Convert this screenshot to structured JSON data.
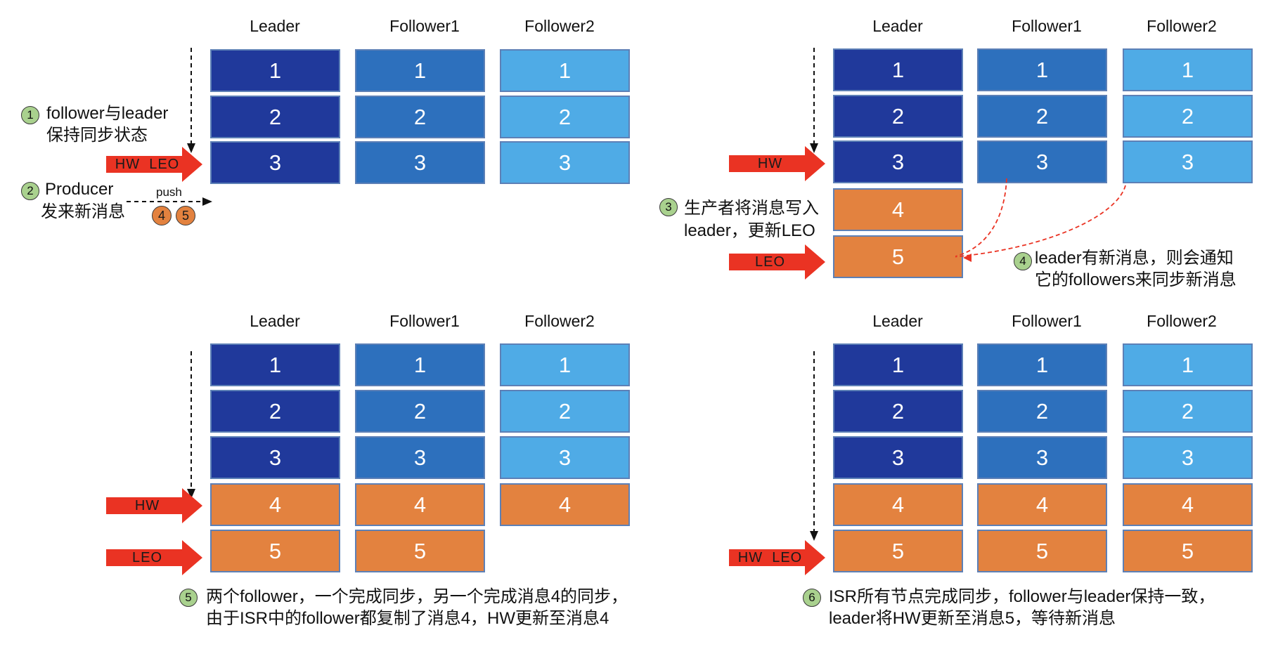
{
  "headers": {
    "leader": "Leader",
    "follower1": "Follower1",
    "follower2": "Follower2"
  },
  "cells": {
    "c1": "1",
    "c2": "2",
    "c3": "3",
    "c4": "4",
    "c5": "5"
  },
  "markers": {
    "hw_leo": "HW  LEO",
    "hw": "HW",
    "leo": "LEO"
  },
  "panel1": {
    "step1_num": "1",
    "step1_line1": "follower与leader",
    "step1_line2": "保持同步状态",
    "step2_num": "2",
    "step2_line1": "Producer",
    "step2_line2": "发来新消息",
    "push_label": "push",
    "incoming": [
      "4",
      "5"
    ]
  },
  "panel2": {
    "step3_num": "3",
    "step3_line1": "生产者将消息写入",
    "step3_line2": "leader，更新LEO",
    "step4_num": "4",
    "step4_line1": "leader有新消息，则会通知",
    "step4_line2": "它的followers来同步新消息"
  },
  "panel3": {
    "step5_num": "5",
    "step5_line1": "两个follower，一个完成同步，另一个完成消息4的同步，",
    "step5_line2": "由于ISR中的follower都复制了消息4，HW更新至消息4"
  },
  "panel4": {
    "step6_num": "6",
    "step6_line1": "ISR所有节点完成同步，follower与leader保持一致，",
    "step6_line2": "leader将HW更新至消息5，等待新消息"
  },
  "colors": {
    "leader": "#20399b",
    "follower1": "#2d70bd",
    "follower2": "#4fabe6",
    "new_message": "#e3823f",
    "arrow": "#ea3323",
    "step_badge": "#a9d18e"
  }
}
